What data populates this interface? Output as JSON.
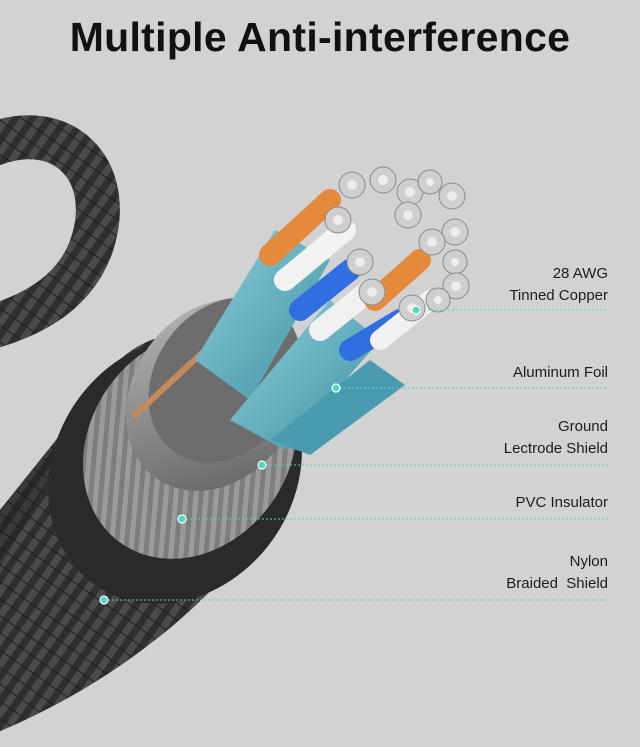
{
  "title": "Multiple Anti-interference",
  "layers": [
    {
      "line1": "28 AWG",
      "line2": "Tinned Copper"
    },
    {
      "line1": "Aluminum Foil",
      "line2": ""
    },
    {
      "line1": "Ground",
      "line2": "Lectrode Shield"
    },
    {
      "line1": "PVC Insulator",
      "line2": ""
    },
    {
      "line1": "Nylon",
      "line2": "Braided  Shield"
    }
  ],
  "colors": {
    "background": "#d2d2d2",
    "leader": "#4fd6c4",
    "braid": "#3a3a3a",
    "foil": "#8a8a8a",
    "teal": "#5ab4c4",
    "blue": "#2f6fe0",
    "orange": "#e08a3a",
    "copper": "#c99b6e",
    "white": "#f4f4f4"
  }
}
